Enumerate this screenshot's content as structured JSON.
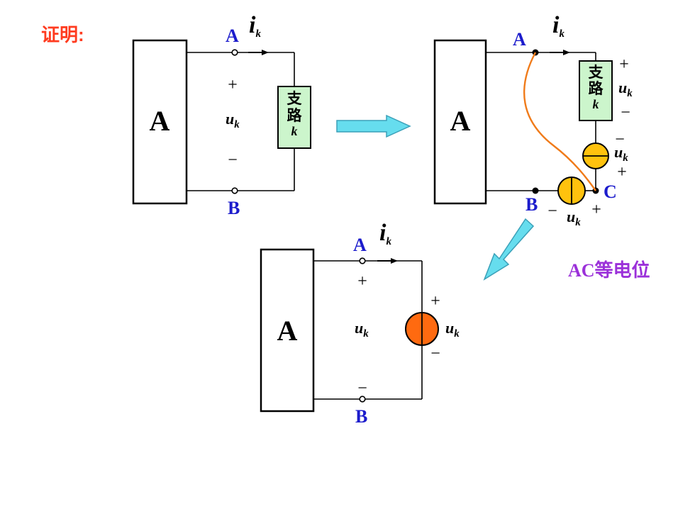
{
  "title": "证明:",
  "network_label": "A",
  "terminal_a": "A",
  "terminal_b": "B",
  "node_c": "C",
  "current_symbol": "i",
  "voltage_symbol": "u",
  "subscript": "k",
  "plus": "+",
  "minus": "−",
  "branch_text_line1": "支",
  "branch_text_line2": "路",
  "branch_text_k": "k",
  "note": "AC等电位",
  "colors": {
    "title": "#ff3b1f",
    "terminal_label": "#1c1ccc",
    "note": "#9b30d9",
    "branch_box": "#ccf5cc",
    "source_yellow": "#ffc20e",
    "source_orange": "#ff6a10",
    "short_wire": "#f07b1a",
    "arrow_fill": "#66ddee"
  }
}
